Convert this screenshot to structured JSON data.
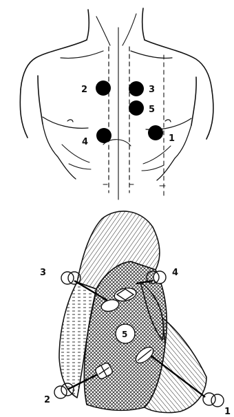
{
  "figure": {
    "torso_points": [
      {
        "label": "2"
      },
      {
        "label": "3"
      },
      {
        "label": "5"
      },
      {
        "label": "4"
      },
      {
        "label": "1"
      }
    ],
    "heart_points": [
      {
        "label": "3"
      },
      {
        "label": "4"
      },
      {
        "label": "5"
      },
      {
        "label": "2"
      },
      {
        "label": "1"
      }
    ]
  },
  "colors": {
    "ink": "#111111",
    "dot": "#000000",
    "background": "#ffffff"
  }
}
